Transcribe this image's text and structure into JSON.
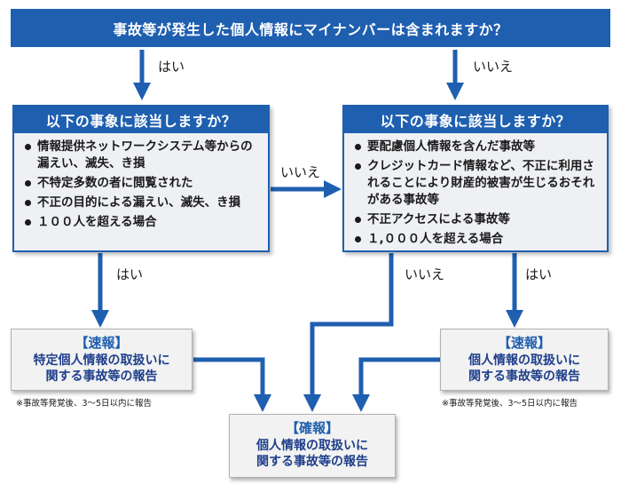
{
  "top_question": "事故等が発生した個人情報にマイナンバーは含まれますか？",
  "edge_labels": {
    "top_yes": "はい",
    "top_no": "いいえ",
    "left_no": "いいえ",
    "left_yes": "はい",
    "right_no": "いいえ",
    "right_yes": "はい"
  },
  "left_question": {
    "title": "以下の事象に該当しますか？",
    "items": [
      "情報提供ネットワークシステム等からの漏えい、滅失、き損",
      "不特定多数の者に閲覧された",
      "不正の目的による漏えい、滅失、き損",
      "１００人を超える場合"
    ]
  },
  "right_question": {
    "title": "以下の事象に該当しますか？",
    "items": [
      "要配慮個人情報を含んだ事故等",
      "クレジットカード情報など、不正に利用されることにより財産的被害が生じるおそれがある事故等",
      "不正アクセスによる事故等",
      "１,０００人を超える場合"
    ]
  },
  "left_report": {
    "title": "【速報】",
    "line1": "特定個人情報の取扱いに",
    "line2": "関する事故等の報告",
    "note": "※事故等発覚後、3～5日以内に報告"
  },
  "right_report": {
    "title": "【速報】",
    "line1": "個人情報の取扱いに",
    "line2": "関する事故等の報告",
    "note": "※事故等発覚後、3～5日以内に報告"
  },
  "final_report": {
    "title": "【確報】",
    "line1": "個人情報の取扱いに",
    "line2": "関する事故等の報告"
  },
  "colors": {
    "primary": "#1f5fb0",
    "box_bg": "#eef0f4",
    "report_bg": "#f2f2f2"
  }
}
